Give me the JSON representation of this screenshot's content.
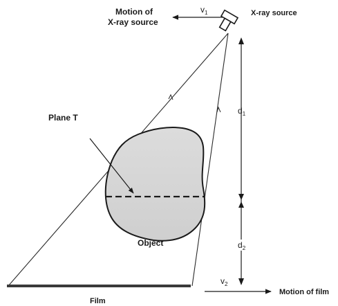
{
  "labels": {
    "motion_source_line1": "Motion of",
    "motion_source_line2": "X-ray source",
    "xray_source": "X-ray source",
    "plane_t": "Plane T",
    "object": "Object",
    "film": "Film",
    "motion_film": "Motion of film"
  },
  "symbols": {
    "v1": {
      "base": "v",
      "sub": "1"
    },
    "v2": {
      "base": "v",
      "sub": "2"
    },
    "d1": {
      "base": "d",
      "sub": "1"
    },
    "d2": {
      "base": "d",
      "sub": "2"
    }
  }
}
